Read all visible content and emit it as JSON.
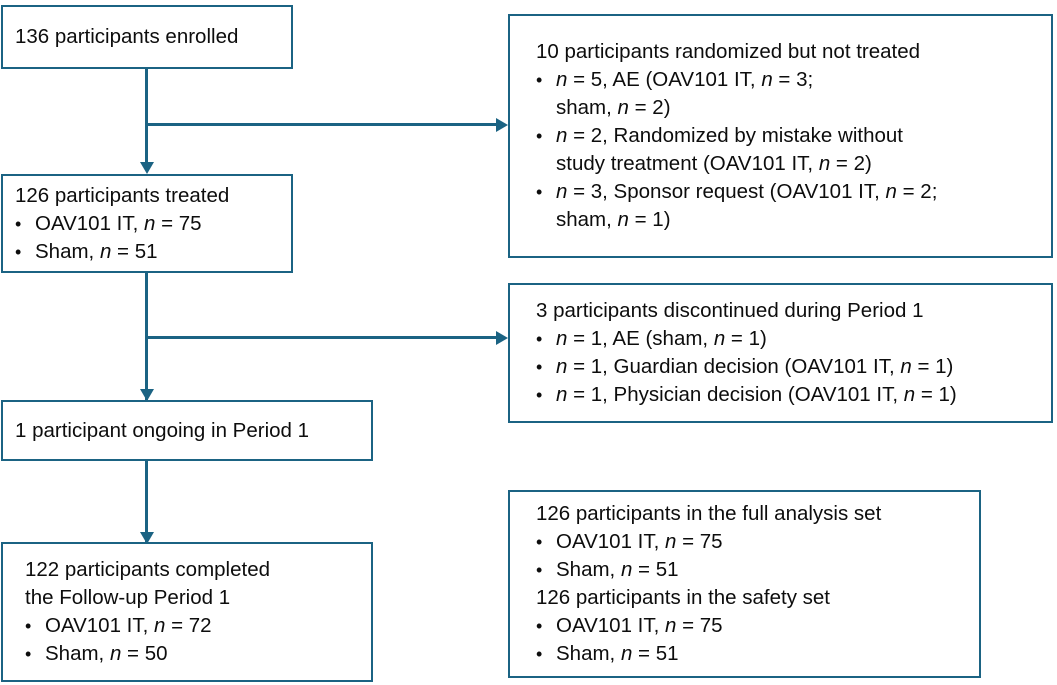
{
  "diagram": {
    "type": "participant-flow-chart",
    "accent_color": "#1b6383",
    "text_color": "#0d0d0d",
    "background": "#ffffff",
    "bullet_glyph": "•"
  },
  "boxes": {
    "enrolled": {
      "title": "136 participants enrolled"
    },
    "treated": {
      "title": "126 participants treated",
      "bullets": [
        {
          "pre": "OAV101 IT, ",
          "ital": "n",
          "post": " = 75"
        },
        {
          "pre": "Sham, ",
          "ital": "n",
          "post": " = 51"
        }
      ]
    },
    "ongoing": {
      "title": "1 participant ongoing in Period 1"
    },
    "completed": {
      "title_line1": "122 participants completed",
      "title_line2": "the Follow-up Period 1",
      "bullets": [
        {
          "pre": "OAV101 IT, ",
          "ital": "n",
          "post": " = 72"
        },
        {
          "pre": "Sham, ",
          "ital": "n",
          "post": " = 50"
        }
      ]
    },
    "not_treated": {
      "title": "10 participants randomized but not treated",
      "bullets": [
        {
          "ital1": "n",
          "mid1": " = 5, AE (OAV101 IT, ",
          "ital2": "n",
          "mid2": " = 3;",
          "cont_pre": "sham, ",
          "cont_ital": "n",
          "cont_post": " = 2)"
        },
        {
          "ital1": "n",
          "mid1": " = 2, Randomized by mistake without",
          "ital2": "",
          "mid2": "",
          "cont_pre": "study treatment (OAV101 IT, ",
          "cont_ital": "n",
          "cont_post": " = 2)"
        },
        {
          "ital1": "n",
          "mid1": " = 3, Sponsor request (OAV101 IT, ",
          "ital2": "n",
          "mid2": " = 2;",
          "cont_pre": "sham, ",
          "cont_ital": "n",
          "cont_post": " = 1)"
        }
      ]
    },
    "discontinued": {
      "title": "3 participants discontinued during Period 1",
      "bullets": [
        {
          "ital1": "n",
          "mid1": " = 1, AE (sham, ",
          "ital2": "n",
          "post": " = 1)"
        },
        {
          "ital1": "n",
          "mid1": " = 1, Guardian decision (OAV101 IT, ",
          "ital2": "n",
          "post": " = 1)"
        },
        {
          "ital1": "n",
          "mid1": " = 1, Physician decision (OAV101 IT, ",
          "ital2": "n",
          "post": " = 1)"
        }
      ]
    },
    "analysis_sets": {
      "title_full": "126 participants in the full analysis set",
      "full_bullets": [
        {
          "pre": "OAV101 IT, ",
          "ital": "n",
          "post": " = 75"
        },
        {
          "pre": "Sham, ",
          "ital": "n",
          "post": " = 51"
        }
      ],
      "title_safety": "126 participants in the safety set",
      "safety_bullets": [
        {
          "pre": "OAV101 IT, ",
          "ital": "n",
          "post": " = 75"
        },
        {
          "pre": "Sham, ",
          "ital": "n",
          "post": " = 51"
        }
      ]
    }
  }
}
